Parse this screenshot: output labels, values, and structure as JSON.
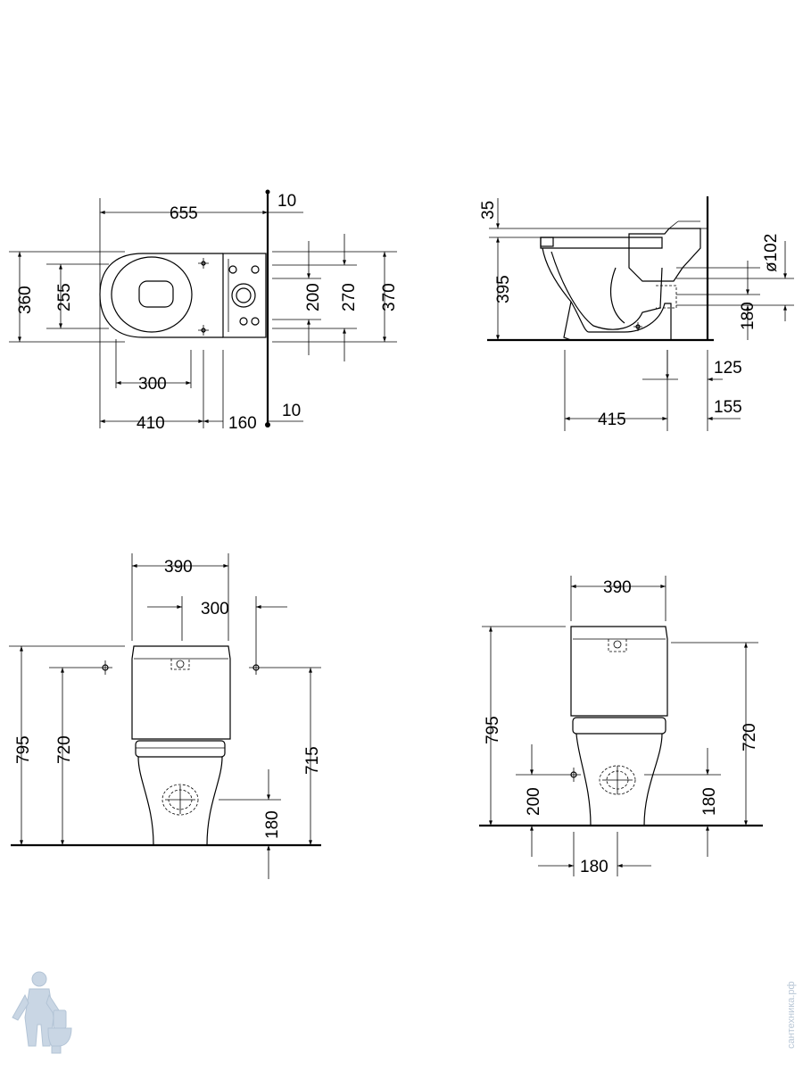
{
  "views": {
    "top": {
      "dims": {
        "width_total": "655",
        "wall_gap_top": "10",
        "depth_outer": "360",
        "depth_seat": "255",
        "tank_200": "200",
        "tank_270": "270",
        "tank_370": "370",
        "hole_300": "300",
        "len_410": "410",
        "len_160": "160",
        "wall_gap_bottom": "10"
      }
    },
    "side": {
      "dims": {
        "top_35": "35",
        "height_395": "395",
        "pipe_dia": "ø102",
        "outlet_180": "180",
        "offset_125": "125",
        "offset_155": "155",
        "base_415": "415"
      }
    },
    "front": {
      "dims": {
        "width_390": "390",
        "holes_300": "300",
        "height_795": "795",
        "height_720": "720",
        "height_715": "715",
        "outlet_180": "180"
      }
    },
    "front2": {
      "dims": {
        "width_390": "390",
        "height_795": "795",
        "height_720": "720",
        "height_200": "200",
        "outlet_180": "180",
        "base_180": "180"
      }
    }
  },
  "watermark": {
    "text": "сантехника.рф",
    "logo_icon": "plumber-mascot-icon"
  }
}
